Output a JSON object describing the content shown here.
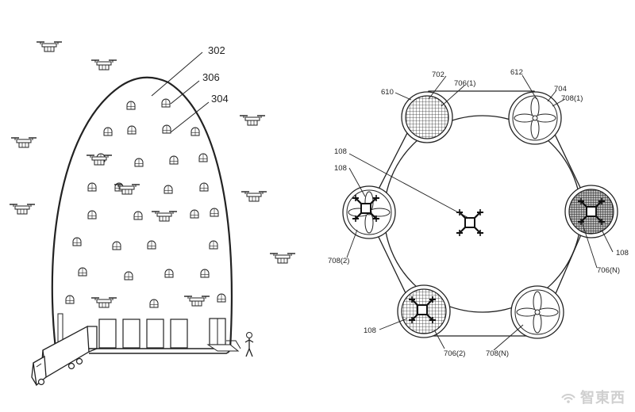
{
  "colors": {
    "ink": "#222222",
    "watermark": "#cfcfcf",
    "background": "#ffffff"
  },
  "left_figure": {
    "labels": {
      "outer": "302",
      "window": "306",
      "bay": "304"
    }
  },
  "right_figure": {
    "labels": {
      "station_grid": "702",
      "slot_706_1": "706(1)",
      "station_610": "610",
      "station_612": "612",
      "station_704": "704",
      "slot_708_1": "708(1)",
      "uav_top": "108",
      "uav_left": "108",
      "station_708_2": "708(2)",
      "uav_right": "108",
      "slot_706_n": "706(N)",
      "uav_bottom": "108",
      "slot_706_2": "706(2)",
      "slot_708_n": "708(N)"
    }
  },
  "watermark": {
    "text": "智東西",
    "icon": "wifi-signal-icon"
  }
}
